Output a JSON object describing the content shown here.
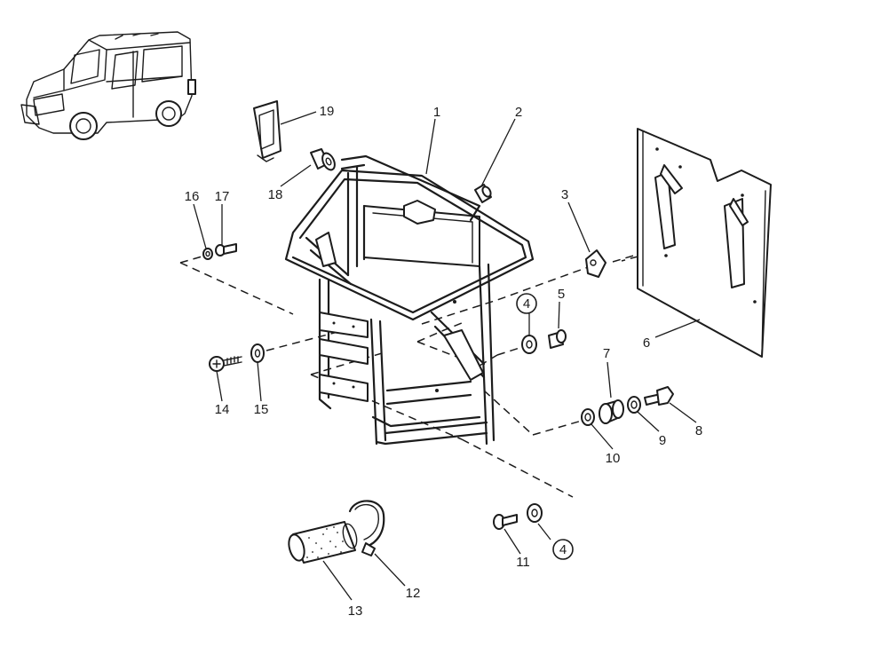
{
  "diagram": {
    "callouts": {
      "c1": "1",
      "c2": "2",
      "c3": "3",
      "c4a": "4",
      "c4b": "4",
      "c5": "5",
      "c6": "6",
      "c7": "7",
      "c8": "8",
      "c9": "9",
      "c10": "10",
      "c11": "11",
      "c12": "12",
      "c13": "13",
      "c14": "14",
      "c15": "15",
      "c16": "16",
      "c17": "17",
      "c18": "18",
      "c19": "19"
    },
    "circled_callouts": [
      "c4a",
      "c4b"
    ],
    "colors": {
      "ink": "#1c1c1c",
      "paper": "#ffffff"
    }
  }
}
